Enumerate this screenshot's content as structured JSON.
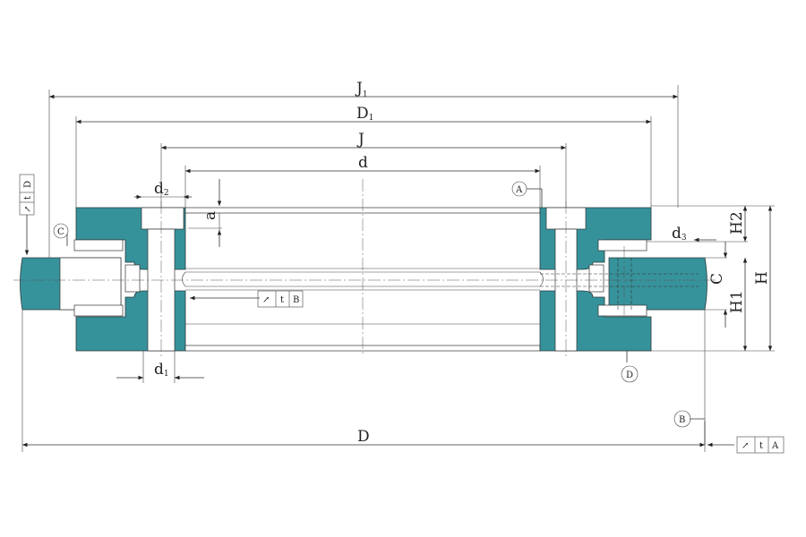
{
  "dimensions": {
    "J1": {
      "main": "J",
      "sub": "1"
    },
    "D1": {
      "main": "D",
      "sub": "1"
    },
    "J": "J",
    "d": "d",
    "d2": {
      "main": "d",
      "sub": "2"
    },
    "a": "a",
    "d3": {
      "main": "d",
      "sub": "3"
    },
    "H2": "H2",
    "H": "H",
    "C": "C",
    "H1": "H1",
    "d1": {
      "main": "d",
      "sub": "1"
    },
    "D": "D"
  },
  "datums": {
    "A": "A",
    "B": "B",
    "C": "C",
    "D": "D"
  },
  "tolerance_frames": {
    "left": {
      "symbol": "↗",
      "value": "t",
      "datum": "D"
    },
    "middle": {
      "symbol": "↗",
      "value": "t",
      "datum": "B"
    },
    "right": {
      "symbol": "↗",
      "value": "t",
      "datum": "A"
    }
  },
  "colors": {
    "part_fill": "#36929a",
    "line": "#333333"
  }
}
